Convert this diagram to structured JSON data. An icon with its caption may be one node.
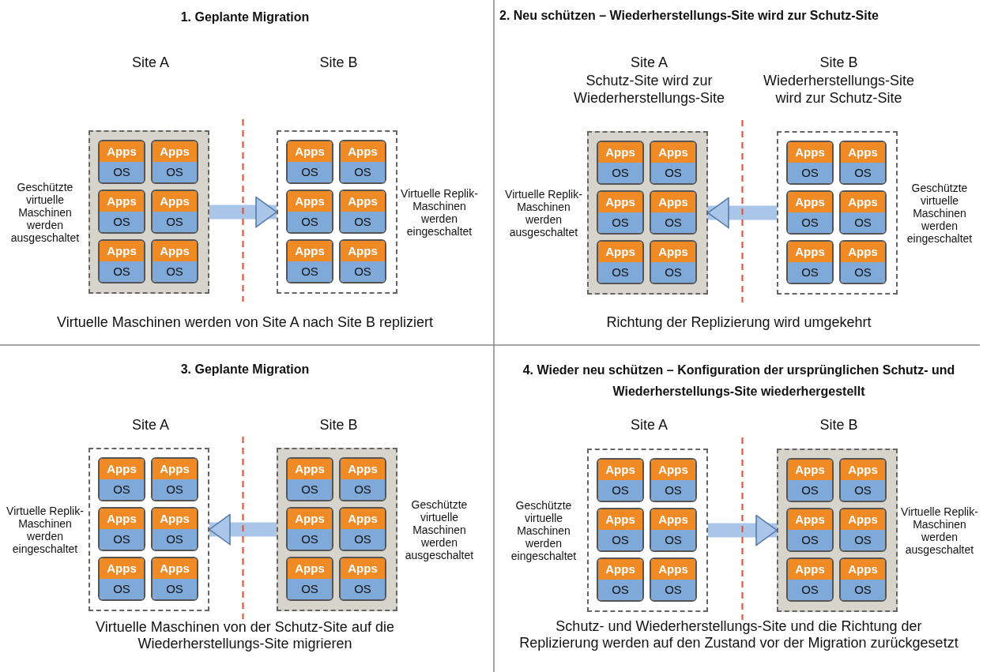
{
  "diagram": {
    "nodes": [
      {
        "text": [
          "Site A"
        ],
        "beside": [
          "Geschützte virtuelle Maschinen werden ausgeschaltet"
        ]
      },
      {
        "text": [
          "Apps",
          "OS"
        ],
        "in": 0
      },
      {
        "text": [
          "Apps",
          "OS"
        ],
        "in": 0
      },
      {
        "text": [
          "Apps",
          "OS"
        ],
        "in": 0
      },
      {
        "text": [
          "Apps",
          "OS"
        ],
        "in": 0
      },
      {
        "text": [
          "Apps",
          "OS"
        ],
        "in": 0
      },
      {
        "text": [
          "Apps",
          "OS"
        ],
        "in": 0
      },
      {
        "text": [
          "Site B"
        ],
        "beside": [
          "Virtuelle Replik-Maschinen werden eingeschaltet"
        ]
      },
      {
        "text": [
          "Apps",
          "OS"
        ],
        "in": 7
      },
      {
        "text": [
          "Apps",
          "OS"
        ],
        "in": 7
      },
      {
        "text": [
          "Apps",
          "OS"
        ],
        "in": 7
      },
      {
        "text": [
          "Apps",
          "OS"
        ],
        "in": 7
      },
      {
        "text": [
          "Apps",
          "OS"
        ],
        "in": 7
      },
      {
        "text": [
          "Apps",
          "OS"
        ],
        "in": 7
      },
      {
        "text": [
          "Site A",
          "Schutz-Site wird zur Wiederherstellungs-Site"
        ],
        "beside": [
          "Virtuelle Replik-Maschinen werden ausgeschaltet"
        ]
      },
      {
        "text": [
          "Apps",
          "OS"
        ],
        "in": 14
      },
      {
        "text": [
          "Apps",
          "OS"
        ],
        "in": 14
      },
      {
        "text": [
          "Apps",
          "OS"
        ],
        "in": 14
      },
      {
        "text": [
          "Apps",
          "OS"
        ],
        "in": 14
      },
      {
        "text": [
          "Apps",
          "OS"
        ],
        "in": 14
      },
      {
        "text": [
          "Apps",
          "OS"
        ],
        "in": 14
      },
      {
        "text": [
          "Site B",
          "Wiederherstellungs-Site wird zur Schutz-Site"
        ],
        "beside": [
          "Geschützte virtuelle Maschinen werden eingeschaltet"
        ]
      },
      {
        "text": [
          "Apps",
          "OS"
        ],
        "in": 21
      },
      {
        "text": [
          "Apps",
          "OS"
        ],
        "in": 21
      },
      {
        "text": [
          "Apps",
          "OS"
        ],
        "in": 21
      },
      {
        "text": [
          "Apps",
          "OS"
        ],
        "in": 21
      },
      {
        "text": [
          "Apps",
          "OS"
        ],
        "in": 21
      },
      {
        "text": [
          "Apps",
          "OS"
        ],
        "in": 21
      },
      {
        "text": [
          "Site A"
        ],
        "beside": [
          "Virtuelle Replik-Maschinen werden eingeschaltet"
        ]
      },
      {
        "text": [
          "Apps",
          "OS"
        ],
        "in": 28
      },
      {
        "text": [
          "Apps",
          "OS"
        ],
        "in": 28
      },
      {
        "text": [
          "Apps",
          "OS"
        ],
        "in": 28
      },
      {
        "text": [
          "Apps",
          "OS"
        ],
        "in": 28
      },
      {
        "text": [
          "Apps",
          "OS"
        ],
        "in": 28
      },
      {
        "text": [
          "Apps",
          "OS"
        ],
        "in": 28
      },
      {
        "text": [
          "Site B"
        ],
        "beside": [
          "Geschützte virtuelle Maschinen werden ausgeschaltet"
        ]
      },
      {
        "text": [
          "Apps",
          "OS"
        ],
        "in": 35
      },
      {
        "text": [
          "Apps",
          "OS"
        ],
        "in": 35
      },
      {
        "text": [
          "Apps",
          "OS"
        ],
        "in": 35
      },
      {
        "text": [
          "Apps",
          "OS"
        ],
        "in": 35
      },
      {
        "text": [
          "Apps",
          "OS"
        ],
        "in": 35
      },
      {
        "text": [
          "Apps",
          "OS"
        ],
        "in": 35
      },
      {
        "text": [
          "Site A"
        ],
        "beside": [
          "Geschützte virtuelle Maschinen werden eingeschaltet"
        ]
      },
      {
        "text": [
          "Apps",
          "OS"
        ],
        "in": 42
      },
      {
        "text": [
          "Apps",
          "OS"
        ],
        "in": 42
      },
      {
        "text": [
          "Apps",
          "OS"
        ],
        "in": 42
      },
      {
        "text": [
          "Apps",
          "OS"
        ],
        "in": 42
      },
      {
        "text": [
          "Apps",
          "OS"
        ],
        "in": 42
      },
      {
        "text": [
          "Apps",
          "OS"
        ],
        "in": 42
      },
      {
        "text": [
          "Site B"
        ],
        "beside": [
          "Virtuelle Replik-Maschinen werden ausgeschaltet"
        ]
      },
      {
        "text": [
          "Apps",
          "OS"
        ],
        "in": 49
      },
      {
        "text": [
          "Apps",
          "OS"
        ],
        "in": 49
      },
      {
        "text": [
          "Apps",
          "OS"
        ],
        "in": 49
      },
      {
        "text": [
          "Apps",
          "OS"
        ],
        "in": 49
      },
      {
        "text": [
          "Apps",
          "OS"
        ],
        "in": 49
      },
      {
        "text": [
          "Apps",
          "OS"
        ],
        "in": 49
      }
    ],
    "edges": [
      {
        "from": 0,
        "to": 7,
        "arrow": "to"
      },
      {
        "from": 21,
        "to": 14,
        "arrow": "to"
      },
      {
        "from": 35,
        "to": 28,
        "arrow": "to"
      },
      {
        "from": 42,
        "to": 49,
        "arrow": "to"
      }
    ],
    "labels": [
      "1. Geplante Migration",
      "2. Neu schützen – Wiederherstellungs-Site wird zur Schutz-Site",
      "Virtuelle Maschinen werden von Site A nach Site B repliziert",
      "Richtung der Replizierung wird umgekehrt",
      "3. Geplante Migration",
      "4. Wieder neu schützen – Konfiguration der ursprünglichen Schutz- und Wiederherstellungs-Site wiederhergestellt",
      "Virtuelle Maschinen von der Schutz-Site auf die Wiederherstellungs-Site migrieren",
      "Schutz- und Wiederherstellungs-Site und die Richtung der Replizierung werden auf den Zustand vor der Migration zurückgesetzt"
    ]
  }
}
